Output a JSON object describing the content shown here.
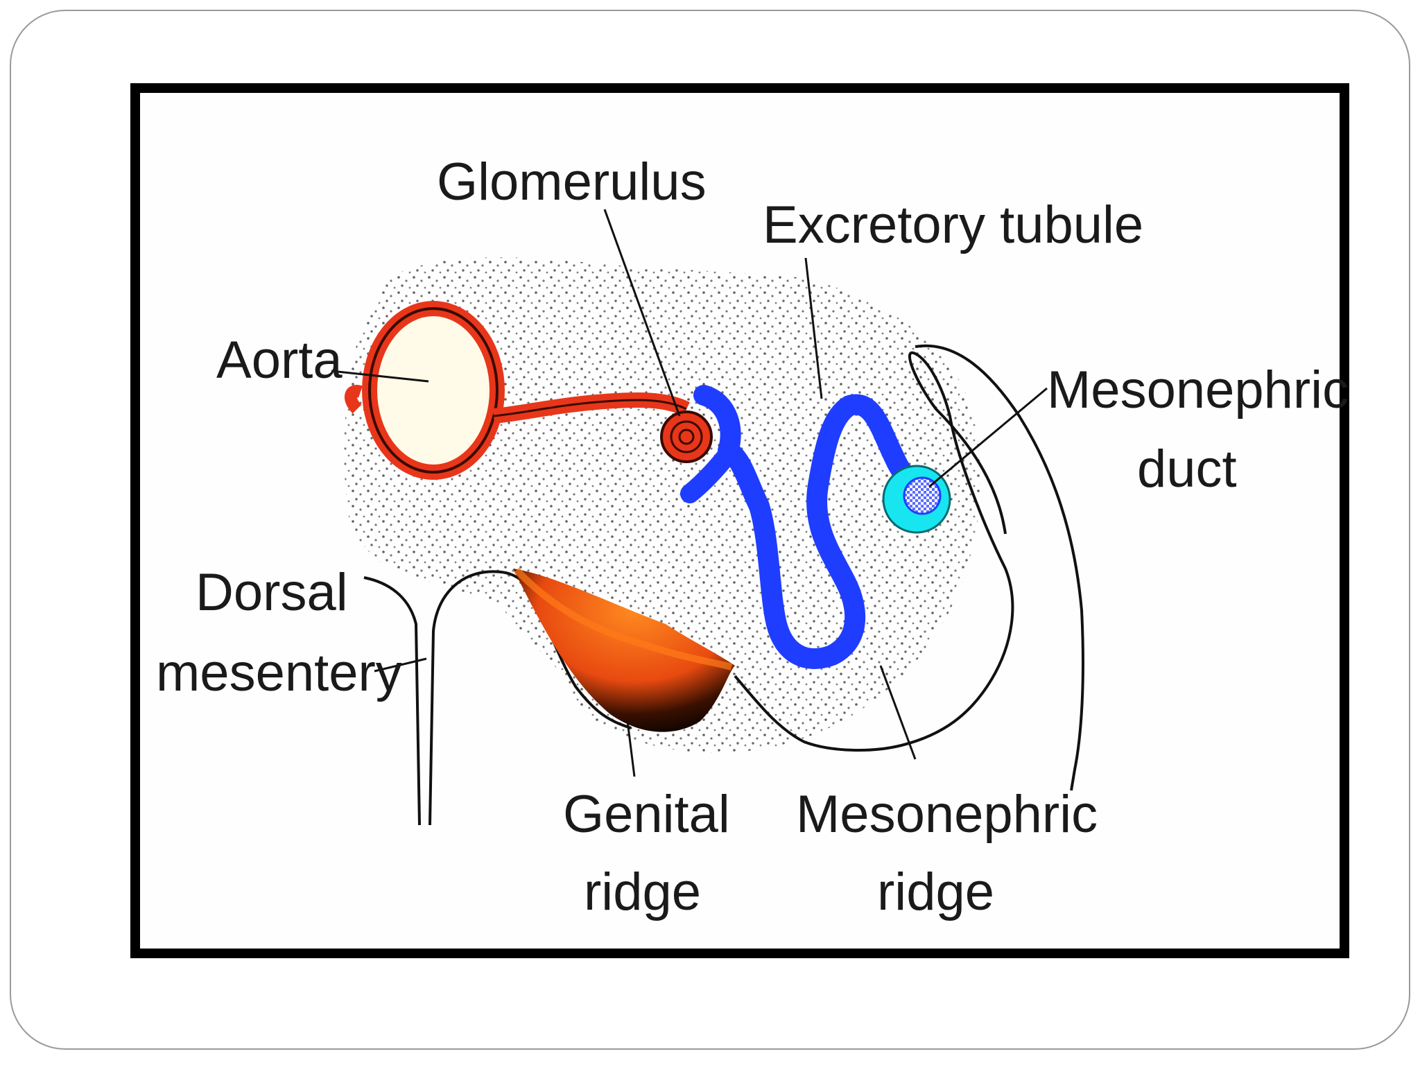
{
  "diagram": {
    "labels": {
      "glomerulus": "Glomerulus",
      "excretory_tubule": "Excretory tubule",
      "aorta": "Aorta",
      "mesonephric_duct_line1": "Mesonephric",
      "mesonephric_duct_line2": "duct",
      "dorsal_mesentery_line1": "Dorsal",
      "dorsal_mesentery_line2": "mesentery",
      "genital_ridge_line1": "Genital",
      "genital_ridge_line2": "ridge",
      "mesonephric_ridge_line1": "Mesonephric",
      "mesonephric_ridge_line2": "ridge"
    },
    "colors": {
      "aorta": "#e8361a",
      "aorta_outline": "#3a0a00",
      "tubule": "#1f3dff",
      "duct_ring": "#17e6f0",
      "duct_lumen": "#8aa0ff",
      "genital_fill": "#ff6a10",
      "genital_dark": "#0a0500",
      "stipple": "#2a2a2a",
      "frame": "#000000"
    }
  }
}
